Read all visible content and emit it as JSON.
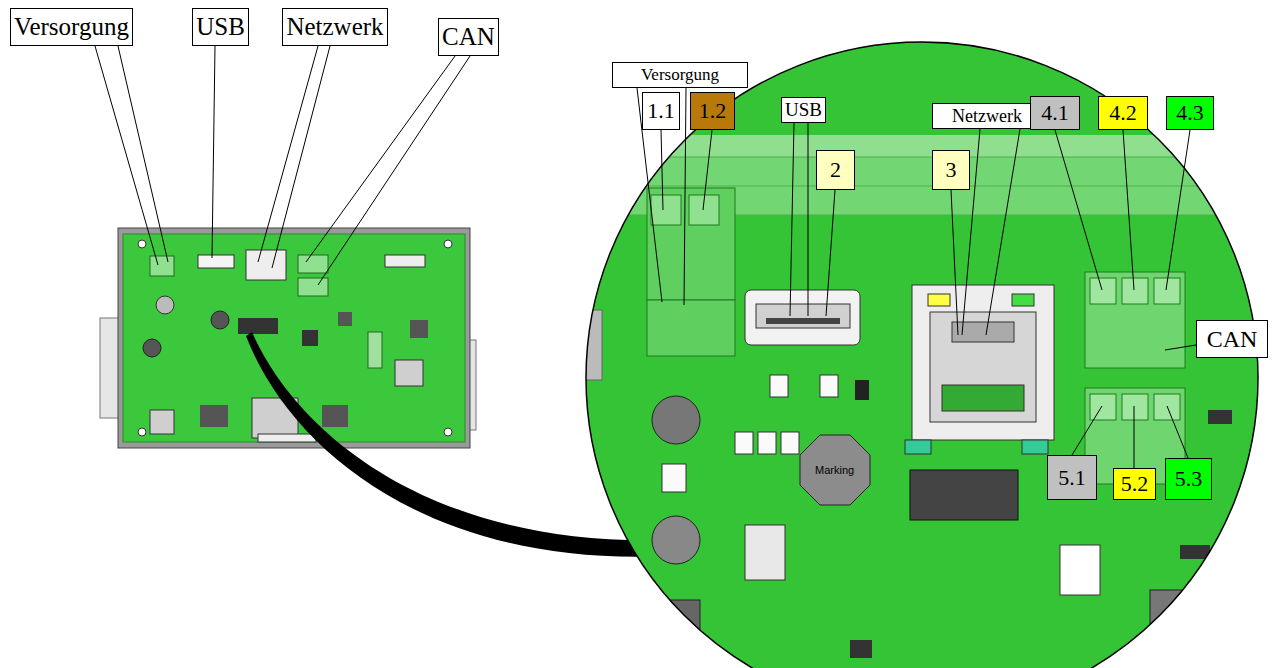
{
  "diagram": {
    "nodes": [
      {
        "text": [
          "Versorgung"
        ]
      },
      {
        "text": [
          "USB"
        ]
      },
      {
        "text": [
          "Netzwerk"
        ]
      },
      {
        "text": [
          "CAN"
        ]
      },
      {
        "text": [
          "Versorgung"
        ]
      },
      {
        "text": [
          "1.1"
        ]
      },
      {
        "text": [
          "1.2"
        ]
      },
      {
        "text": [
          "USB"
        ]
      },
      {
        "text": [
          "2"
        ]
      },
      {
        "text": [
          "Netzwerk"
        ]
      },
      {
        "text": [
          "3"
        ]
      },
      {
        "text": [
          "4.1"
        ]
      },
      {
        "text": [
          "4.2"
        ]
      },
      {
        "text": [
          "4.3"
        ]
      },
      {
        "text": [
          "CAN"
        ]
      },
      {
        "text": [
          "5.1"
        ]
      },
      {
        "text": [
          "5.2"
        ]
      },
      {
        "text": [
          "5.3"
        ]
      }
    ],
    "labels": [
      "Marking"
    ]
  }
}
